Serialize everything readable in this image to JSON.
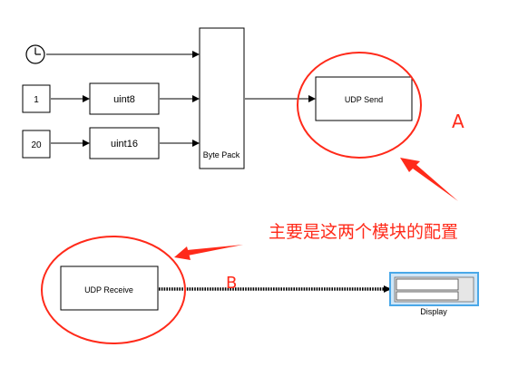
{
  "blocks": {
    "const1": "1",
    "const20": "20",
    "uint8": "uint8",
    "uint16": "uint16",
    "byte_pack": "Byte Pack",
    "udp_send": "UDP Send",
    "udp_receive": "UDP Receive",
    "display": "Display"
  },
  "annotations": {
    "label_a": "A",
    "label_b": "B",
    "note": "主要是这两个模块的配置",
    "color": "#ff2a1a"
  },
  "colors": {
    "display_highlight": "#4aa8e8"
  }
}
